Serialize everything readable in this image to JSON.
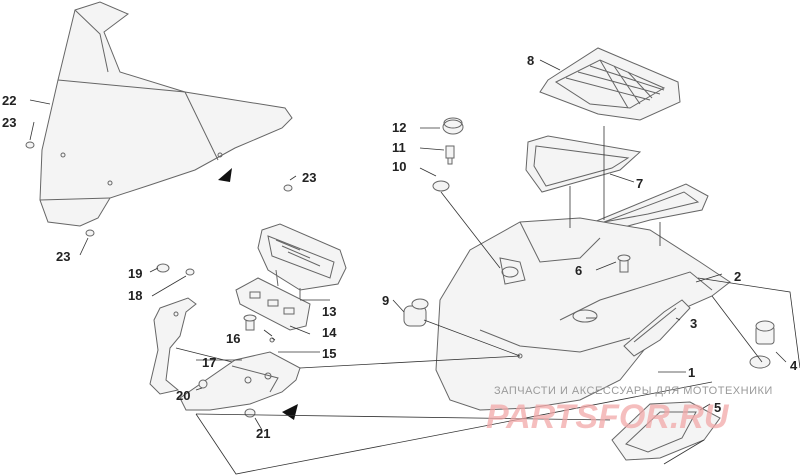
{
  "callouts": {
    "c1": "1",
    "c2": "2",
    "c3": "3",
    "c4": "4",
    "c5": "5",
    "c6": "6",
    "c7": "7",
    "c8": "8",
    "c9": "9",
    "c10": "10",
    "c11": "11",
    "c12": "12",
    "c13": "13",
    "c14": "14",
    "c15": "15",
    "c16": "16",
    "c17": "17",
    "c18": "18",
    "c19": "19",
    "c20": "20",
    "c21": "21",
    "c22": "22",
    "c23a": "23",
    "c23b": "23",
    "c23c": "23"
  },
  "watermark": {
    "line1": "ЗАПЧАСТИ И АКСЕССУАРЫ ДЛЯ МОТОТЕХНИКИ",
    "line2": "PARTSFOR.RU"
  }
}
